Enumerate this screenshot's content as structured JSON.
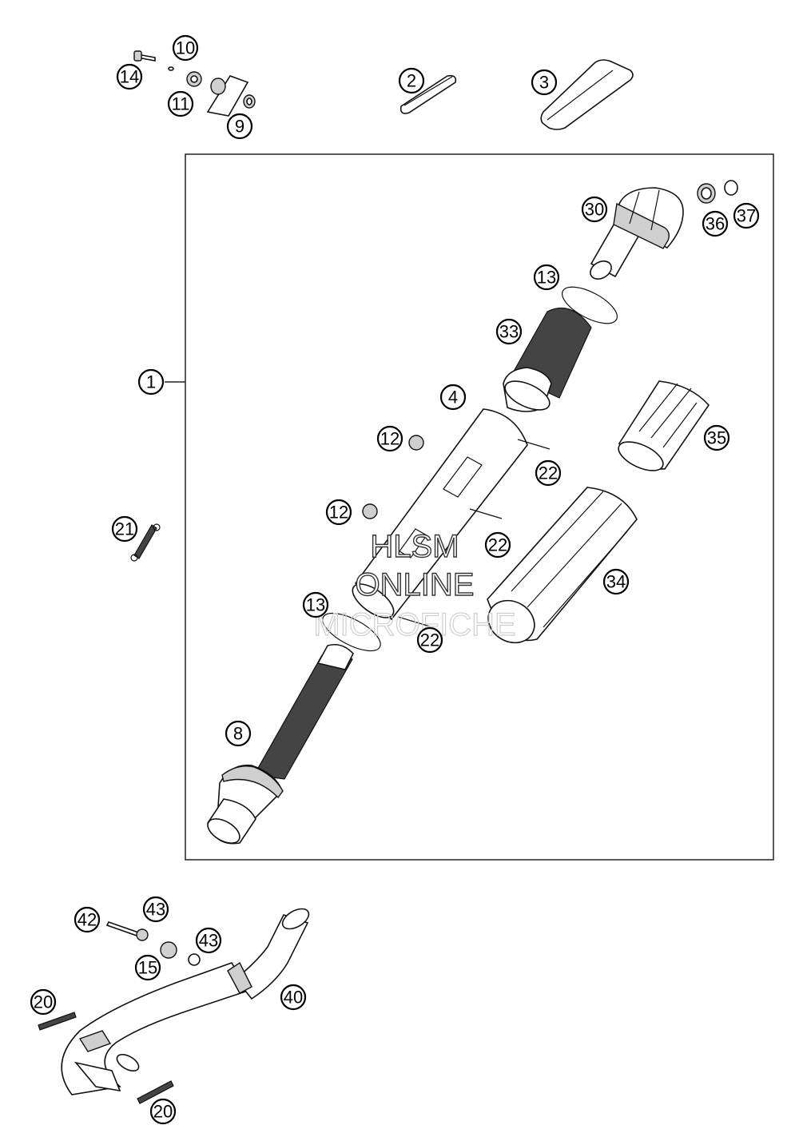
{
  "diagram": {
    "callouts": [
      {
        "id": "c14",
        "label": "14"
      },
      {
        "id": "c10",
        "label": "10"
      },
      {
        "id": "c11",
        "label": "11"
      },
      {
        "id": "c9",
        "label": "9"
      },
      {
        "id": "c2",
        "label": "2"
      },
      {
        "id": "c3",
        "label": "3"
      },
      {
        "id": "c30",
        "label": "30"
      },
      {
        "id": "c36",
        "label": "36"
      },
      {
        "id": "c37",
        "label": "37"
      },
      {
        "id": "c13a",
        "label": "13"
      },
      {
        "id": "c33",
        "label": "33"
      },
      {
        "id": "c1",
        "label": "1"
      },
      {
        "id": "c4",
        "label": "4"
      },
      {
        "id": "c12a",
        "label": "12"
      },
      {
        "id": "c22a",
        "label": "22"
      },
      {
        "id": "c35",
        "label": "35"
      },
      {
        "id": "c21",
        "label": "21"
      },
      {
        "id": "c12b",
        "label": "12"
      },
      {
        "id": "c22b",
        "label": "22"
      },
      {
        "id": "c34",
        "label": "34"
      },
      {
        "id": "c13b",
        "label": "13"
      },
      {
        "id": "c22c",
        "label": "22"
      },
      {
        "id": "c8",
        "label": "8"
      },
      {
        "id": "c42",
        "label": "42"
      },
      {
        "id": "c43a",
        "label": "43"
      },
      {
        "id": "c43b",
        "label": "43"
      },
      {
        "id": "c15",
        "label": "15"
      },
      {
        "id": "c20a",
        "label": "20"
      },
      {
        "id": "c40",
        "label": "40"
      },
      {
        "id": "c20b",
        "label": "20"
      }
    ],
    "watermark": {
      "line1": "HLSM",
      "line2": "ONLINE",
      "line3": "MICROFICHE"
    }
  }
}
